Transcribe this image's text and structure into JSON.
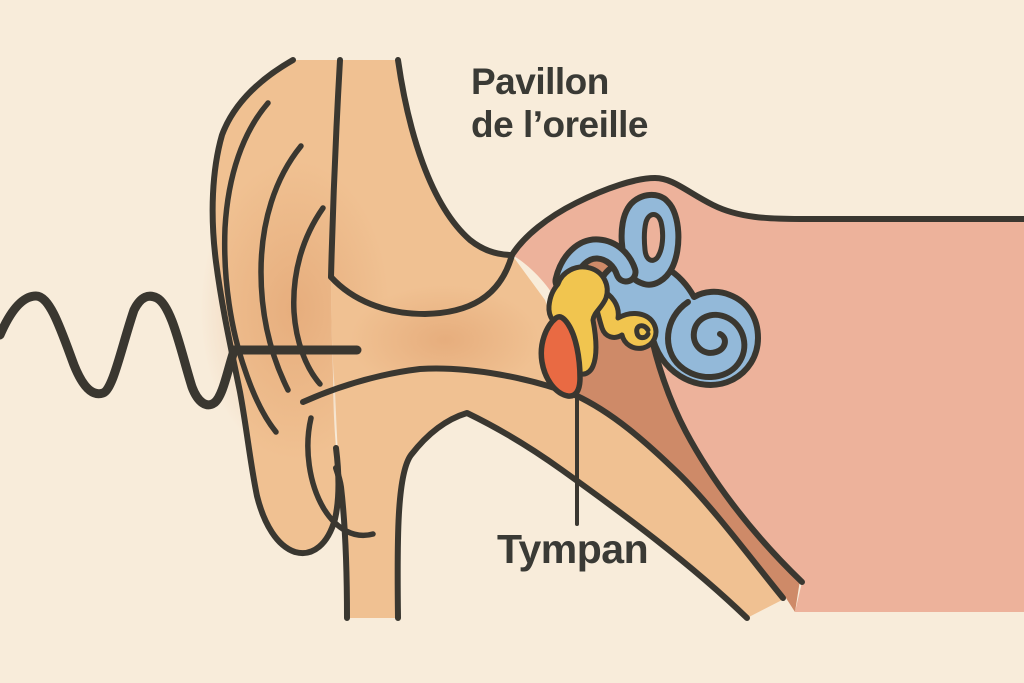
{
  "illustration": {
    "title_line1": "Pavillon",
    "title_line2": "de l’oreille",
    "tympan_label": "Tympan"
  },
  "colors": {
    "background": "#f8ecda",
    "text": "#3a3a35",
    "outline": "#3a3730",
    "skin": "#f0c192",
    "skin-shade": "#dd9a68",
    "head": "#edb29b",
    "cavity": "#ce8a68",
    "ossicles": "#f1c54f",
    "eardrum": "#e96a43",
    "cochlea": "#93b9d9"
  }
}
